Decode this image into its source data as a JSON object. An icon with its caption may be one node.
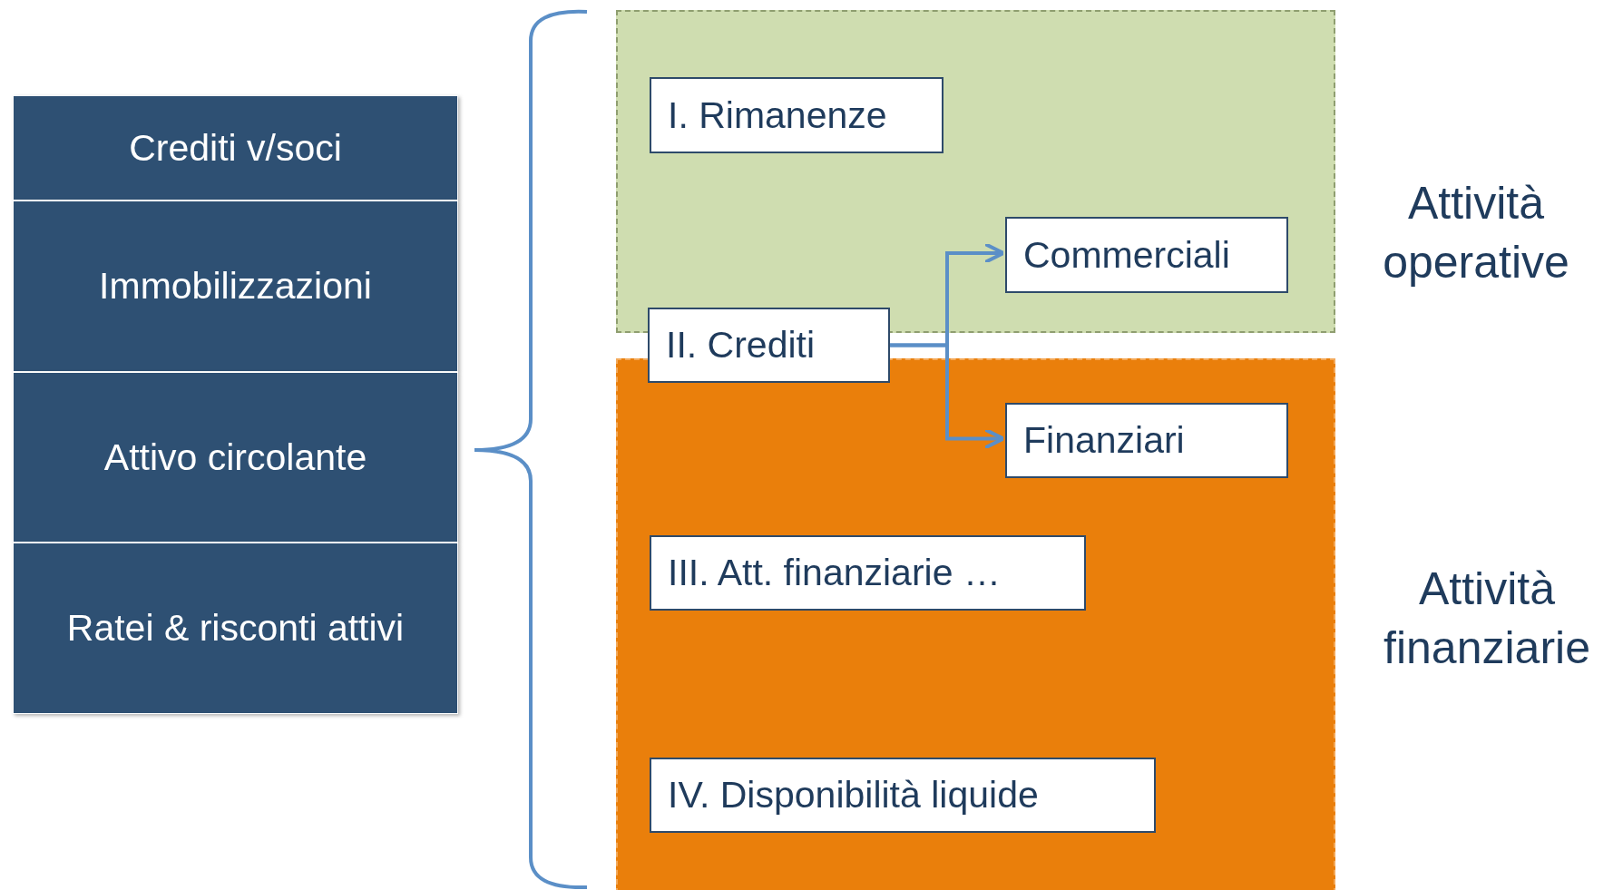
{
  "diagram": {
    "nodes": [
      {
        "text": [
          "Crediti v/soci"
        ]
      },
      {
        "text": [
          "Immobilizzazioni"
        ]
      },
      {
        "text": [
          "Attivo circolante"
        ]
      },
      {
        "text": [
          "Ratei & risconti attivi"
        ]
      },
      {
        "text": [
          "Attività operative"
        ]
      },
      {
        "text": [
          "Attività finanziarie"
        ]
      },
      {
        "text": [
          "I. Rimanenze"
        ],
        "in": 4
      },
      {
        "text": [
          "Commerciali"
        ],
        "in": 4
      },
      {
        "text": [
          "II. Crediti"
        ]
      },
      {
        "text": [
          "Finanziari"
        ],
        "in": 5
      },
      {
        "text": [
          "III. Att. finanziarie …"
        ],
        "in": 5
      },
      {
        "text": [
          "IV. Disponibilità liquide"
        ],
        "in": 5
      }
    ],
    "edges": [
      {
        "from": 8,
        "to": 7,
        "arrow": "to"
      },
      {
        "from": 8,
        "to": 9,
        "arrow": "to"
      }
    ]
  }
}
